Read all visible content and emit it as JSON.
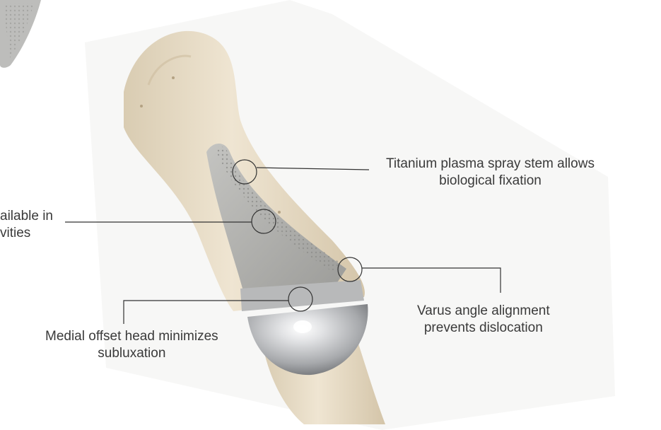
{
  "callouts": [
    {
      "id": "stem",
      "lines": [
        "Titanium plasma spray stem allows",
        "biological fixation"
      ]
    },
    {
      "id": "cavities",
      "lines": [
        "ailable in",
        "vities"
      ]
    },
    {
      "id": "varus",
      "lines": [
        "Varus angle alignment",
        "prevents dislocation"
      ]
    },
    {
      "id": "head",
      "lines": [
        "Medial offset head minimizes",
        "subluxation"
      ]
    }
  ],
  "colors": {
    "bone": "#e8dcc6",
    "bone_shadow": "#cdbd9f",
    "stem": "#a9a9a6",
    "metal_head": "#c9cbcd",
    "leader_line": "#333333",
    "text": "#3a3a3a"
  }
}
